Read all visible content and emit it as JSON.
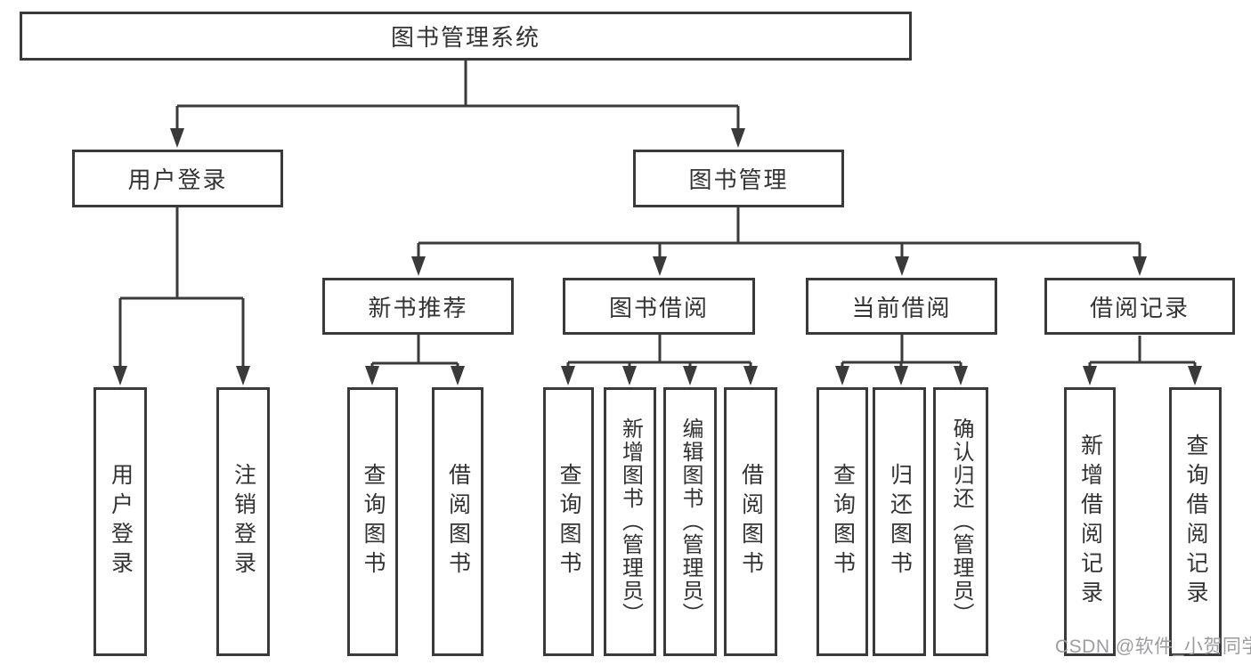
{
  "tree": {
    "root": {
      "label": "图书管理系统",
      "children": [
        {
          "label": "用户登录",
          "children": [
            {
              "label": "用户登录"
            },
            {
              "label": "注销登录"
            }
          ]
        },
        {
          "label": "图书管理",
          "children": [
            {
              "label": "新书推荐",
              "children": [
                {
                  "label": "查询图书"
                },
                {
                  "label": "借阅图书"
                }
              ]
            },
            {
              "label": "图书借阅",
              "children": [
                {
                  "label": "查询图书"
                },
                {
                  "label": "新增图书（管理员）"
                },
                {
                  "label": "编辑图书（管理员）"
                },
                {
                  "label": "借阅图书"
                }
              ]
            },
            {
              "label": "当前借阅",
              "children": [
                {
                  "label": "查询图书"
                },
                {
                  "label": "归还图书"
                },
                {
                  "label": "确认归还（管理员）"
                }
              ]
            },
            {
              "label": "借阅记录",
              "children": [
                {
                  "label": "新增借阅记录"
                },
                {
                  "label": "查询借阅记录"
                }
              ]
            }
          ]
        }
      ]
    }
  },
  "watermark": "CSDN @软件_小贺同学",
  "colors": {
    "line": "#3a3a3a",
    "text": "#333333",
    "watermark": "#9d9da1",
    "background": "#ffffff"
  }
}
